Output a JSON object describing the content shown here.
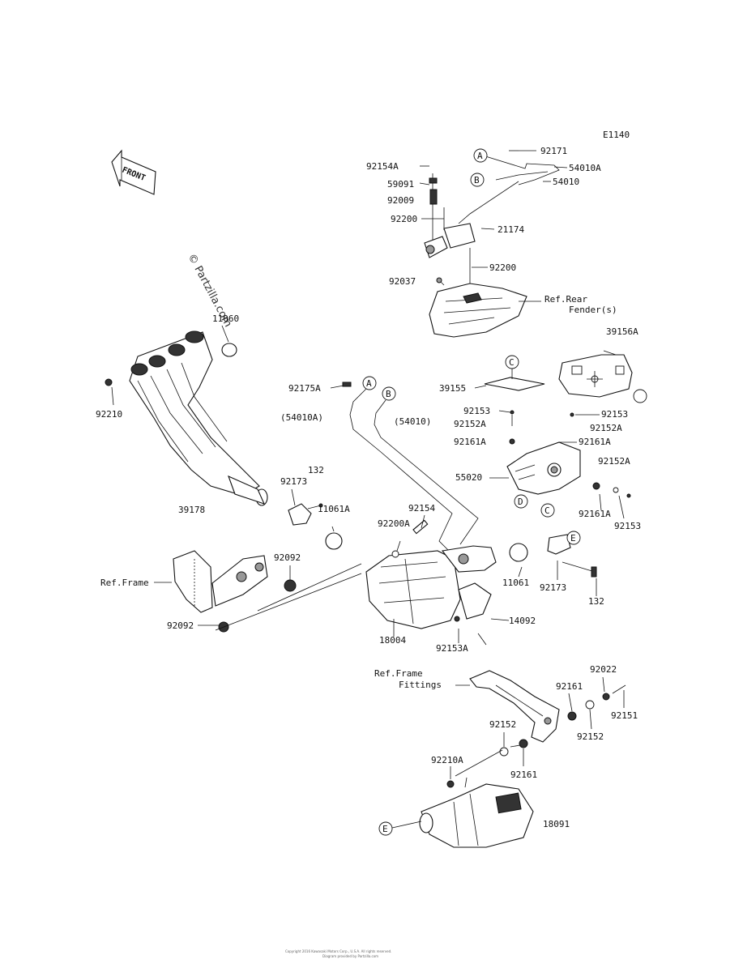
{
  "diagram_code": "E1140",
  "front_label": "FRONT",
  "watermark": "© Partzilla.com",
  "callout_letters": {
    "a": "A",
    "b": "B",
    "c": "C",
    "d": "D",
    "e": "E"
  },
  "labels": {
    "p92171": "92171",
    "p92154A": "92154A",
    "p54010A_top": "54010A",
    "p59091": "59091",
    "p54010_top": "54010",
    "p92009": "92009",
    "p92200_top": "92200",
    "p21174": "21174",
    "p92200_mid": "92200",
    "p92037": "92037",
    "ref_rear_fender_1": "Ref.Rear",
    "ref_rear_fender_2": "Fender(s)",
    "p39156A": "39156A",
    "p11060": "11060",
    "p39155": "39155",
    "p92175A": "92175A",
    "p92153_a": "92153",
    "p92153_b": "92153",
    "p92210": "92210",
    "p54010A_paren": "(54010A)",
    "p54010_paren": "(54010)",
    "p92152A_a": "92152A",
    "p92152A_b": "92152A",
    "p92161A_a": "92161A",
    "p92161A_b": "92161A",
    "p55020": "55020",
    "p92152A_c": "92152A",
    "p132_a": "132",
    "p92173_a": "92173",
    "p39178": "39178",
    "p11061A": "11061A",
    "p92154": "92154",
    "p92161A_c": "92161A",
    "p92153_c": "92153",
    "p92200A": "92200A",
    "p92092_a": "92092",
    "ref_frame": "Ref.Frame",
    "p11061": "11061",
    "p92173_b": "92173",
    "p132_b": "132",
    "p14092": "14092",
    "p92092_b": "92092",
    "p18004": "18004",
    "p92153A": "92153A",
    "ref_frame_fittings_1": "Ref.Frame",
    "ref_frame_fittings_2": "Fittings",
    "p92022": "92022",
    "p92161_a": "92161",
    "p92151": "92151",
    "p92152_a": "92152",
    "p92152_b": "92152",
    "p92210A": "92210A",
    "p92161_b": "92161",
    "p18091": "18091"
  },
  "footer_line_1": "Copyright 2016 Kawasaki Motors Corp., U.S.A. All rights reserved.",
  "footer_line_2": "Diagram provided by Partzilla.com"
}
